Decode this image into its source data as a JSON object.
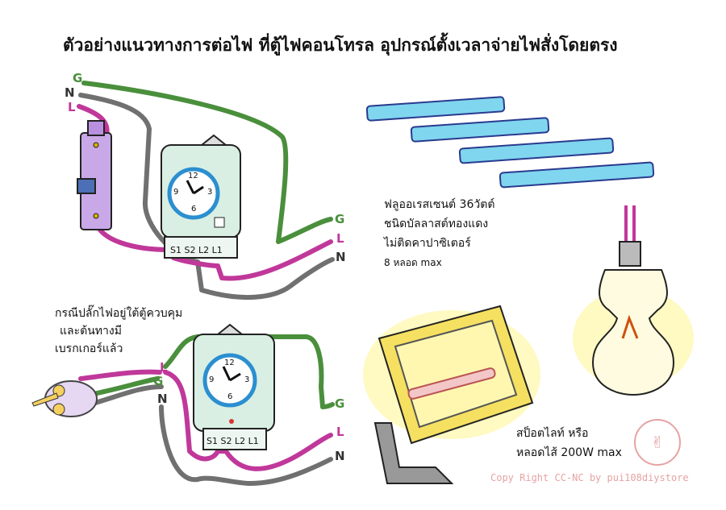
{
  "title": "ตัวอย่างแนวทางการต่อไฟ ที่ตู้ไฟคอนโทรล อุปกรณ์ตั้งเวลาจ่ายไฟสั่งโดยตรง",
  "wires": {
    "ground": "G",
    "live": "L",
    "neutral": "N"
  },
  "colors": {
    "ground": "#4a8f3c",
    "live": "#c0389a",
    "neutral": "#707070",
    "breaker": "#c9a8e8",
    "timer": "#d9efe3",
    "tube": "#7fd6ee",
    "glow": "#fff59a"
  },
  "timer": {
    "terminals": "S1 S2 L2 L1",
    "dial_numbers": [
      "12",
      "3",
      "6",
      "9"
    ]
  },
  "notes": {
    "plug_case": [
      "กรณีปลั๊กไฟอยู่ใต้ตู้ควบคุม",
      "และต้นทางมี",
      "เบรกเกอร์แล้ว"
    ],
    "fluorescent": [
      "ฟลูออเรสเซนต์ 36วัตต์",
      "ชนิดบัลลาสต์ทองแดง",
      "ไม่ติดคาปาซิเตอร์",
      "8 หลอด max"
    ],
    "spotlight": [
      "สป็อตไลท์  หรือ",
      "หลอดไส้ 200W max"
    ]
  },
  "copyright": "Copy Right CC-NC by pui108diystore",
  "watermark": "pui108diystore"
}
